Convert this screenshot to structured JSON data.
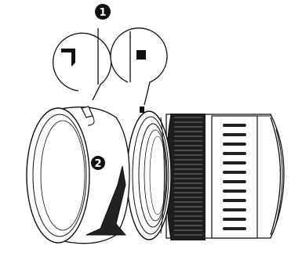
{
  "steps": [
    {
      "number": "1"
    },
    {
      "number": "2"
    }
  ],
  "callouts": [
    {
      "icon": "hood-mount-mark-icon"
    },
    {
      "icon": "lens-alignment-dot-icon"
    }
  ],
  "colors": {
    "ink": "#111111",
    "paper": "#ffffff",
    "grip": "#222222"
  },
  "arrow": {
    "direction": "clockwise-down"
  }
}
